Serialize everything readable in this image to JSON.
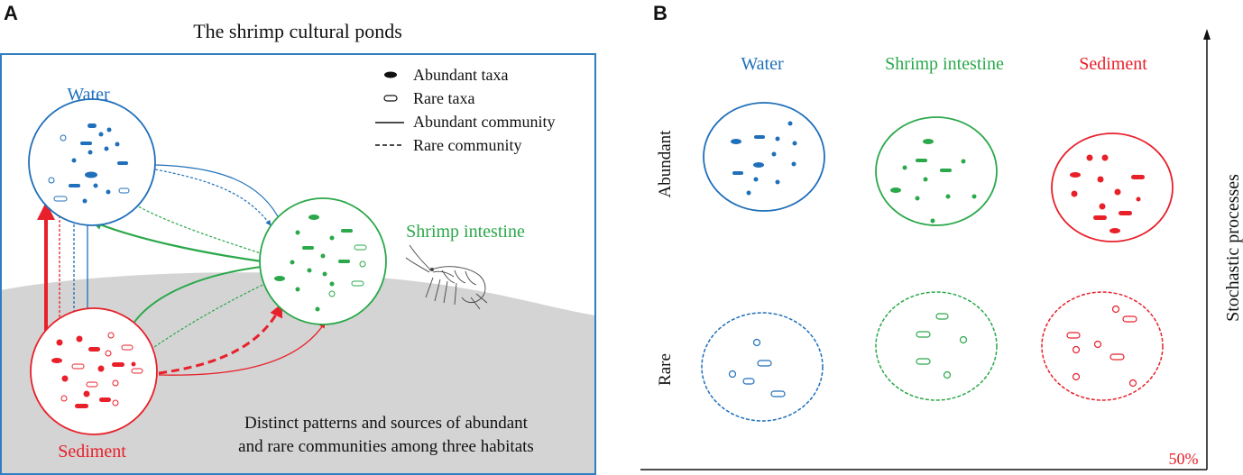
{
  "colors": {
    "water": "#1f6fba",
    "shrimp": "#2aa84a",
    "sediment": "#e8202a",
    "ground": "#d4d4d4",
    "pond_border": "#2f7ec2",
    "text": "#111111"
  },
  "panel_a": {
    "letter": "A",
    "title": "The shrimp cultural ponds",
    "legend": {
      "abundant_taxa": "Abundant taxa",
      "rare_taxa": "Rare taxa",
      "abundant_community": "Abundant community",
      "rare_community": "Rare community"
    },
    "water_label": "Water",
    "shrimp_label": "Shrimp intestine",
    "sediment_label": "Sediment",
    "caption_line1": "Distinct patterns and sources of abundant",
    "caption_line2": "and rare communities among three habitats"
  },
  "panel_b": {
    "letter": "B",
    "columns": [
      "Water",
      "Shrimp intestine",
      "Sediment"
    ],
    "rows": [
      "Abundant",
      "Rare"
    ],
    "y_axis_label": "Stochastic processes",
    "corner_value": "50%"
  }
}
